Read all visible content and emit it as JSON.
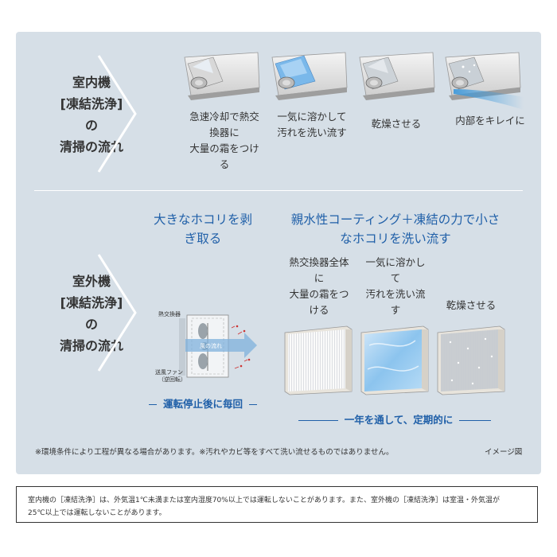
{
  "indoor": {
    "title_lines": [
      "室内機",
      "[凍結洗浄]",
      "の",
      "清掃の流れ"
    ],
    "steps": [
      {
        "lines": [
          "急速冷却で熱交",
          "換器に",
          "大量の霜をつけ",
          "る"
        ]
      },
      {
        "lines": [
          "一気に溶かして",
          "汚れを洗い流す"
        ]
      },
      {
        "lines": [
          "乾燥させる"
        ]
      },
      {
        "lines": [
          "内部をキレイに"
        ]
      }
    ]
  },
  "outdoor": {
    "title_lines": [
      "室外機",
      "[凍結洗浄]",
      "の",
      "清掃の流れ"
    ],
    "left_head_lines": [
      "大きなホコリを剥",
      "ぎ取る"
    ],
    "right_head_lines": [
      "親水性コーティング＋凍結の力で小さ",
      "なホコリを洗い流す"
    ],
    "steps": [
      {
        "lines": [
          "熱交換器全体",
          "に",
          "大量の霜をつ",
          "ける"
        ]
      },
      {
        "lines": [
          "一気に溶かし",
          "て",
          "汚れを洗い流",
          "す"
        ]
      },
      {
        "lines": [
          "乾燥させる"
        ]
      }
    ],
    "diagram_labels": {
      "heat_exchanger": "熱交換器",
      "wind_flow": "風の流れ",
      "fan_line1": "送風ファン",
      "fan_line2": "（逆回転）"
    },
    "left_note": "運転停止後に毎回",
    "right_note": "一年を通して、定期的に"
  },
  "footnote_left": "※環境条件により工程が異なる場合があります。※汚れやカビ等をすべて洗い流せるものではありません。",
  "footnote_right": "イメージ図",
  "bottom_note_lines": [
    "室内機の［凍結洗浄］は、外気温1℃未満または室内湿度70%以上では運転しないことがあります。また、室外機の［凍結洗浄］は室温・外気温が",
    "25℃以上では運転しないことがあります。"
  ],
  "colors": {
    "panel_bg": "#d6dfe7",
    "accent_blue": "#1f5fa8",
    "frost_blue": "#6fb0e8",
    "text": "#333333"
  }
}
